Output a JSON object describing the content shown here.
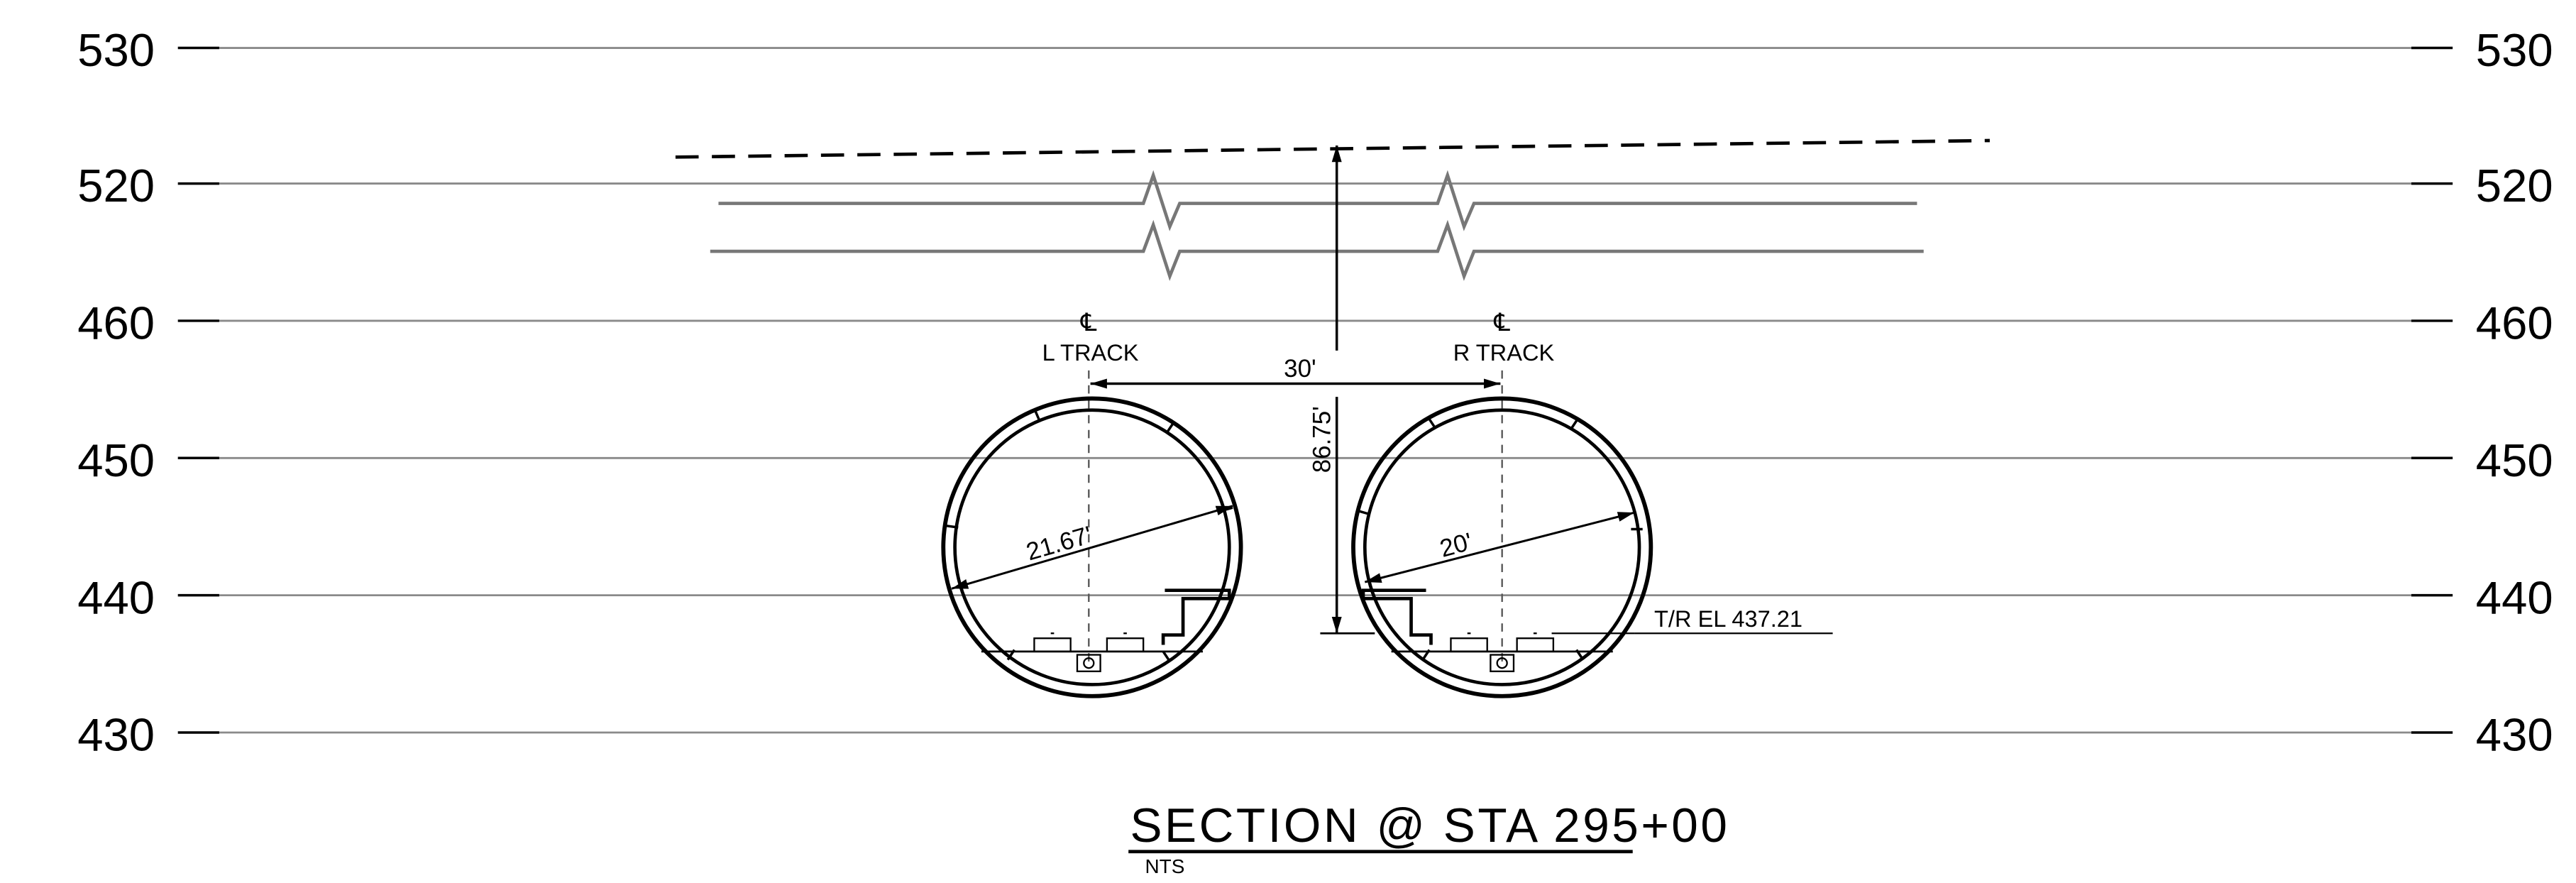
{
  "elevation_labels": {
    "e530": "530",
    "e520": "520",
    "e460": "460",
    "e450": "450",
    "e440": "440",
    "e430": "430"
  },
  "track_labels": {
    "centerline_symbol": "℄",
    "left": "L TRACK",
    "right": "R TRACK"
  },
  "dimensions": {
    "track_spacing": "30'",
    "cover_depth": "86.75'",
    "left_tunnel_diameter": "21.67'",
    "right_tunnel_diameter": "20'"
  },
  "annotations": {
    "top_of_rail": "T/R EL 437.21"
  },
  "title": {
    "main": "SECTION @ STA 295+00",
    "scale": "NTS"
  }
}
